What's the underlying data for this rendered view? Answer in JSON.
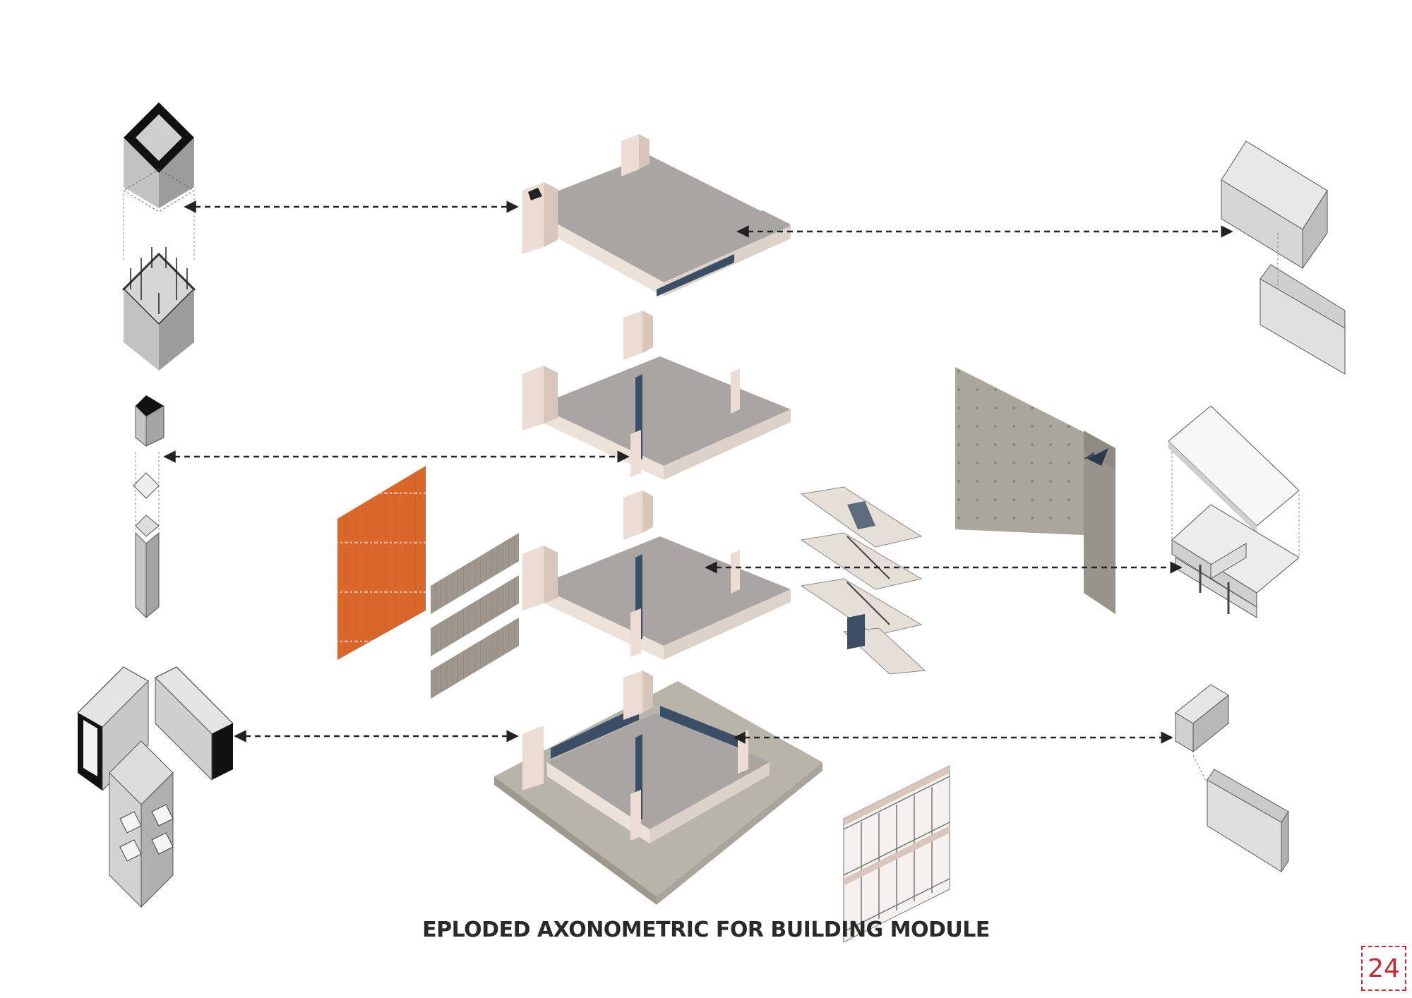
{
  "caption": "EPLODED AXONOMETRIC FOR BUILDING MODULE",
  "page_number": "24",
  "colors": {
    "slab": "#a9a5a2",
    "slab_edge": "#ece2da",
    "column": "#ecdcd3",
    "glass": "#3b4e66",
    "ground": "#b8b4aa",
    "facade_orange": "#d9662a",
    "panel_grey": "#9f978d",
    "detail_grey": "#d4d4d4",
    "wall_grey": "#aaa59d",
    "arrow": "#222222",
    "accent_red": "#c8262e"
  },
  "diagram": {
    "central_levels": [
      "roof-slab",
      "upper-floor",
      "middle-floor",
      "ground-floor"
    ],
    "left_details": [
      "column-top-detail",
      "column-cap-detail",
      "column-shaft-detail",
      "column-base-detail"
    ],
    "right_details": [
      "parapet-detail",
      "canopy-detail",
      "lintel-detail"
    ],
    "center_right_items": [
      "staircase",
      "perforated-wall",
      "window-frame"
    ],
    "center_left_items": [
      "orange-facade-panel",
      "grey-cladding-panels"
    ]
  }
}
